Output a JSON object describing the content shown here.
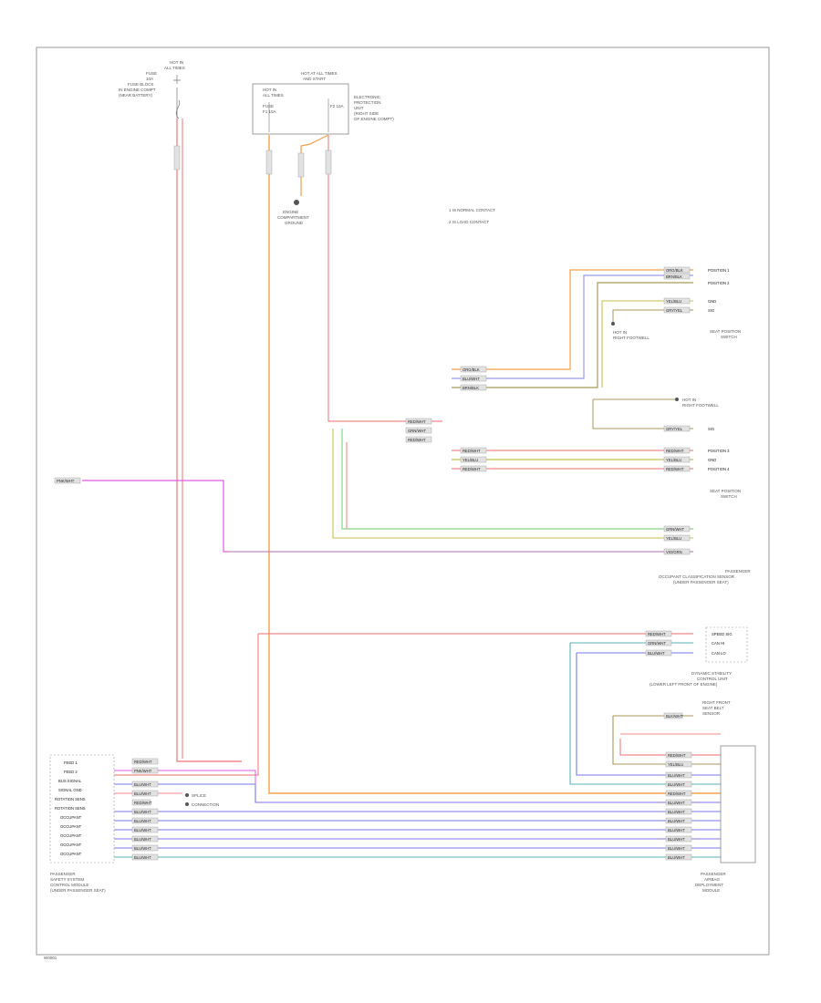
{
  "legend": {
    "item1": "1   IS NORMAL CONTACT",
    "item2": "2   IS LOAD CONTACT"
  },
  "components": {
    "top_left_fuse": [
      "HOT IN",
      "ALL TIMES",
      "FUSE",
      "10A",
      "FUSE BLOCK",
      "IN ENGINE COMPT",
      "(NEAR BATTERY)"
    ],
    "fuse_box_left": [
      "HOT IN",
      "ALL TIMES",
      "FUSE",
      "F1 10A"
    ],
    "fuse_box_right": [
      "HOT AT ALL TIMES",
      "AND START",
      "F2 10A"
    ],
    "fuse_box_desc": [
      "ELECTRONIC",
      "PROTECTION",
      "UNIT",
      "(RIGHT SIDE",
      "OF ENGINE COMPT)"
    ],
    "ground_desc": [
      "ENGINE",
      "COMPARTMENT",
      "GROUND"
    ],
    "seat_switch_top": [
      "SEAT POSITION",
      "SWITCH"
    ],
    "right_panel_a": [
      "HOT IN",
      "RIGHT FOOTWELL"
    ],
    "right_panel_b": [
      "HOT IN",
      "RIGHT FOOTWELL"
    ],
    "seat_switch_bottom": [
      "SEAT POSITION",
      "SWITCH"
    ],
    "occupant_sensor": [
      "PASSENGER",
      "OCCUPANT CLASSIFICATION SENSOR",
      "(UNDER PASSENGER SEAT)"
    ],
    "dynamic_module": [
      "DYNAMIC STABILITY",
      "CONTROL UNIT",
      "(LOWER LEFT FRONT OF ENGINE)"
    ],
    "right_mod_hdr": [
      "RIGHT FRONT",
      "SEAT BELT",
      "SENSOR"
    ],
    "left_module": [
      "PASSENGER",
      "SAFETY SYSTEM",
      "CONTROL MODULE",
      "(UNDER PASSENGER SEAT)"
    ],
    "right_module": [
      "PASSENGER",
      "AIRBAG",
      "DEPLOYMENT",
      "MODULE"
    ],
    "splice_label": [
      "SPLICE",
      "CONNECTION"
    ],
    "page_num": "W0001"
  },
  "pins": {
    "left_module": [
      "FEED 1",
      "FEED 2",
      "BUS SIGNAL",
      "SIGNAL GND",
      "ROTATION SENS",
      "ROTATION SENS",
      "OCCUPANT",
      "OCCUPANT",
      "OCCUPANT",
      "OCCUPANT",
      "OCCUPANT"
    ],
    "dyn_pins": [
      "SPEED SIG",
      "CAN HI",
      "CAN LO"
    ],
    "seat_top_pins": [
      "POSITION 1",
      "POSITION 2",
      "GND",
      "SIG"
    ],
    "seat_bot_pins": [
      "SIG",
      "POSITION 3",
      "GND",
      "POSITION 4"
    ]
  },
  "wires": {
    "red": "RED/WHT",
    "org": "ORG/BLK",
    "grn": "GRN/WHT",
    "yel": "YEL/BLU",
    "blu": "BLU/WHT",
    "vio": "VIO/GRN",
    "brn": "BRN/BLK",
    "gry": "GRY/YEL",
    "pnk": "PNK/WHT",
    "blk": "BLK/WHT"
  },
  "colors": {
    "red": "#f28a8a",
    "orange": "#f5a04a",
    "yellow": "#c8c24a",
    "green": "#86d786",
    "blue": "#7a7ae8",
    "magenta": "#e05ae0",
    "teal": "#5ab5b5",
    "olive": "#a89a58"
  }
}
